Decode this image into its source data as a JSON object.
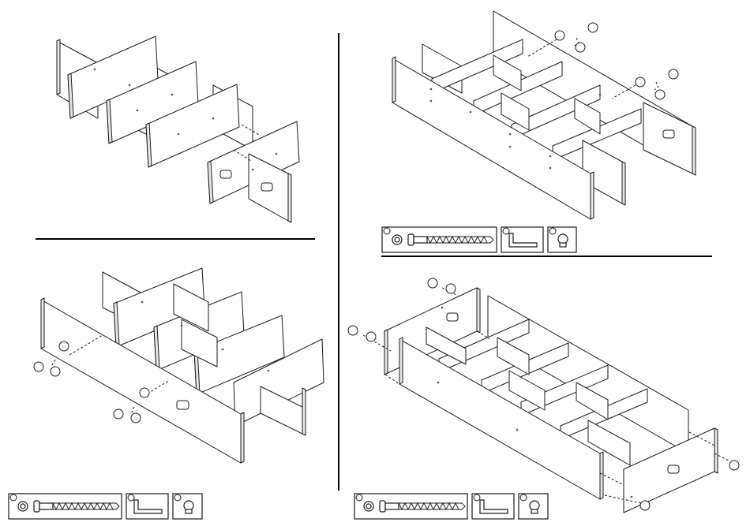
{
  "steps": [
    {
      "id": "step-1",
      "quadrant": "top-left"
    },
    {
      "id": "step-2",
      "quadrant": "top-right"
    },
    {
      "id": "step-3",
      "quadrant": "bottom-left"
    },
    {
      "id": "step-4",
      "quadrant": "bottom-right"
    }
  ],
  "hardware": [
    {
      "icon": "cam-bolt-icon"
    },
    {
      "icon": "allen-key-icon"
    },
    {
      "icon": "cam-cap-icon"
    }
  ],
  "colors": {
    "line": "#1a1a1a",
    "panel": "#ffffff",
    "panel_edge": "#e6e6e6",
    "rule": "#000000"
  }
}
